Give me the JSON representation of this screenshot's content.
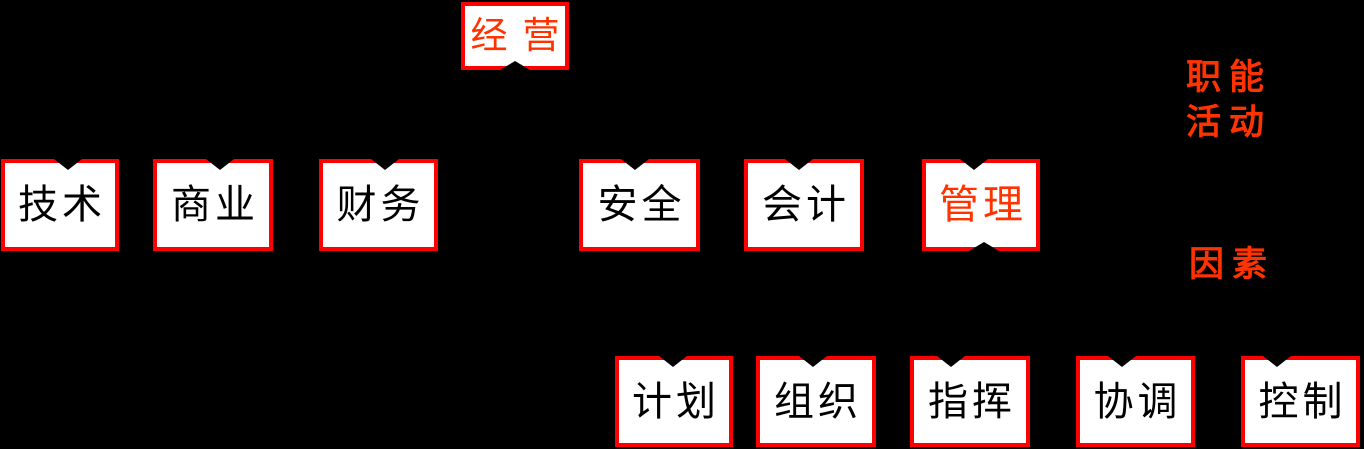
{
  "colors": {
    "background": "#000000",
    "box_fill": "#ffffff",
    "box_border": "#ff0000",
    "box_text": "#000000",
    "accent_text": "#ff3300"
  },
  "diagram": {
    "root": {
      "label": "经营"
    },
    "functions": [
      {
        "label": "技术"
      },
      {
        "label": "商业"
      },
      {
        "label": "财务"
      },
      {
        "label": "安全"
      },
      {
        "label": "会计"
      },
      {
        "label": "管理"
      }
    ],
    "elements": [
      {
        "label": "计划"
      },
      {
        "label": "组织"
      },
      {
        "label": "指挥"
      },
      {
        "label": "协调"
      },
      {
        "label": "控制"
      }
    ],
    "annotations": {
      "functions_line1": "职能",
      "functions_line2": "活动",
      "elements_label": "因素"
    }
  }
}
